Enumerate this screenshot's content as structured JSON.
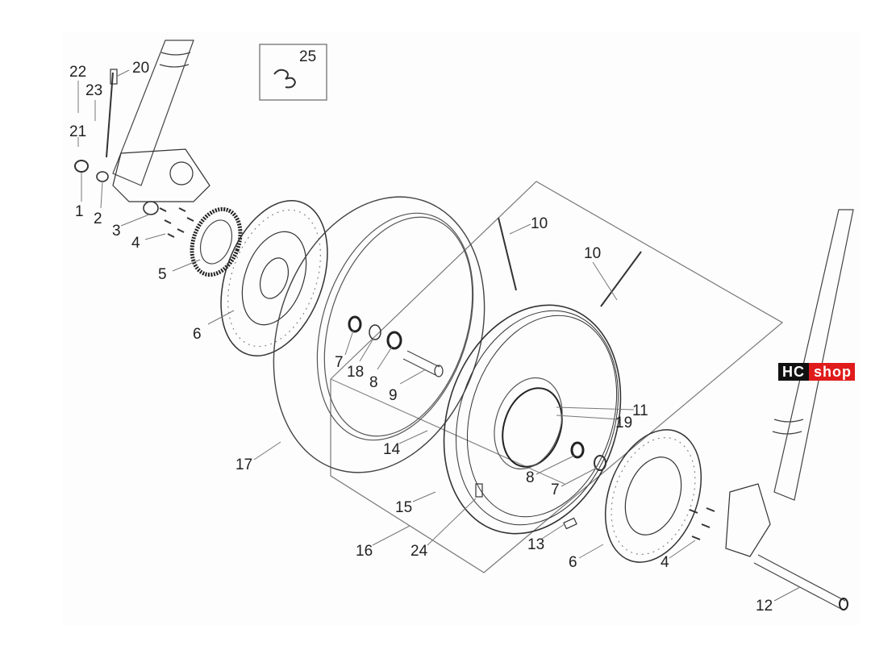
{
  "diagram": {
    "title": "Front wheel exploded parts diagram",
    "inset_box_label": "25",
    "part_labels": [
      {
        "id": "p1",
        "text": "1"
      },
      {
        "id": "p2",
        "text": "2"
      },
      {
        "id": "p3",
        "text": "3"
      },
      {
        "id": "p4a",
        "text": "4"
      },
      {
        "id": "p5",
        "text": "5"
      },
      {
        "id": "p6a",
        "text": "6"
      },
      {
        "id": "p7a",
        "text": "7"
      },
      {
        "id": "p18",
        "text": "18"
      },
      {
        "id": "p8a",
        "text": "8"
      },
      {
        "id": "p9",
        "text": "9"
      },
      {
        "id": "p10a",
        "text": "10"
      },
      {
        "id": "p10b",
        "text": "10"
      },
      {
        "id": "p11",
        "text": "11"
      },
      {
        "id": "p19",
        "text": "19"
      },
      {
        "id": "p14",
        "text": "14"
      },
      {
        "id": "p17",
        "text": "17"
      },
      {
        "id": "p15",
        "text": "15"
      },
      {
        "id": "p16",
        "text": "16"
      },
      {
        "id": "p24",
        "text": "24"
      },
      {
        "id": "p13",
        "text": "13"
      },
      {
        "id": "p8b",
        "text": "8"
      },
      {
        "id": "p7b",
        "text": "7"
      },
      {
        "id": "p6b",
        "text": "6"
      },
      {
        "id": "p4b",
        "text": "4"
      },
      {
        "id": "p12",
        "text": "12"
      },
      {
        "id": "p20",
        "text": "20"
      },
      {
        "id": "p22",
        "text": "22"
      },
      {
        "id": "p23",
        "text": "23"
      },
      {
        "id": "p21",
        "text": "21"
      }
    ]
  },
  "watermark": {
    "part1": "HC",
    "part2": "shop"
  },
  "colors": {
    "line": "#555555",
    "dark": "#222222",
    "brand_red": "#e01b1b",
    "brand_black": "#111111"
  }
}
